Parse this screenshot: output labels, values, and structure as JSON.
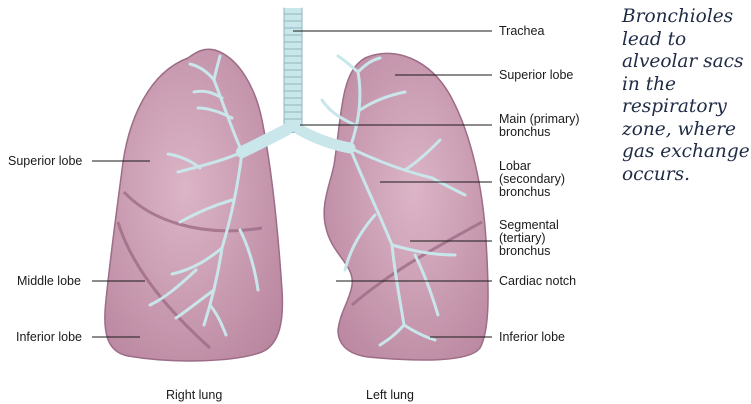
{
  "diagram": {
    "labels": {
      "trachea": "Trachea",
      "superior_lobe_left": "Superior lobe",
      "main_bronchus": [
        "Main (primary)",
        "bronchus"
      ],
      "lobar_bronchus": [
        "Lobar",
        "(secondary)",
        "bronchus"
      ],
      "segmental_bronchus": [
        "Segmental",
        "(tertiary)",
        "bronchus"
      ],
      "cardiac_notch": "Cardiac notch",
      "inferior_lobe_left": "Inferior lobe",
      "superior_lobe_right": "Superior lobe",
      "middle_lobe": "Middle lobe",
      "inferior_lobe_right": "Inferior lobe",
      "right_lung": "Right lung",
      "left_lung": "Left lung"
    },
    "colors": {
      "lung_fill": "#cfa0b6",
      "lung_edge": "#9d6c86",
      "airway": "#c9e6ea",
      "airway_edge": "#8fb7bf",
      "leader": "#1a1a1a"
    }
  },
  "caption": {
    "text": "Bronchioles lead to alveolar sacs in the respiratory zone, where gas exchange occurs."
  }
}
